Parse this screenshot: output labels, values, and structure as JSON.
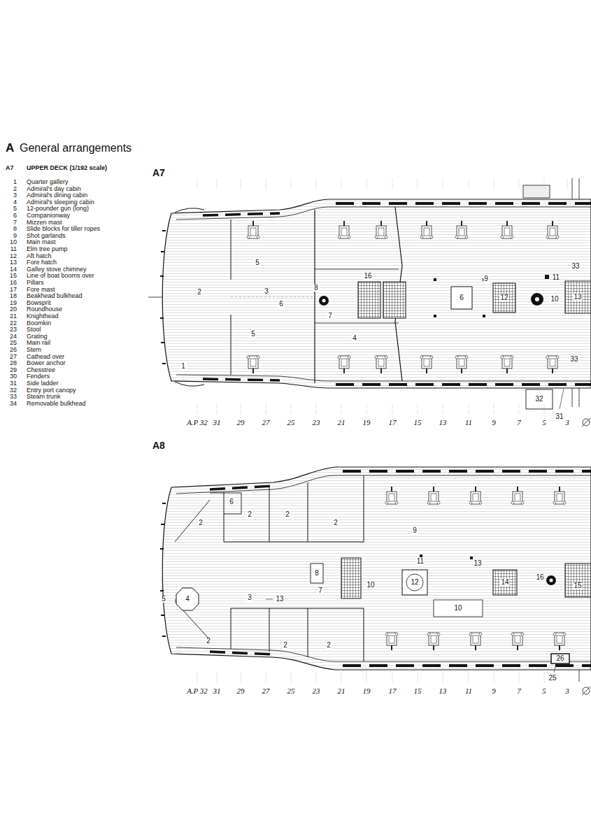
{
  "diagram": {
    "title": "General arrangements",
    "labels": [
      "A",
      "A7",
      "UPPER DECK (1/192 scale)",
      "1",
      "Quarter gallery",
      "2",
      "Admiral's day cabin",
      "3",
      "Admiral's dining cabin",
      "4",
      "Admiral's sleeping cabin",
      "5",
      "12-pounder gun (long)",
      "6",
      "Companionway",
      "7",
      "Mizzen mast",
      "8",
      "Slide blocks for tiller ropes",
      "9",
      "Shot garlands",
      "10",
      "Main mast",
      "11",
      "Elm tree pump",
      "12",
      "Aft hatch",
      "13",
      "Fore hatch",
      "14",
      "Galley stove chimney",
      "15",
      "Line of boat booms over",
      "16",
      "Pillars",
      "17",
      "Fore mast",
      "18",
      "Beakhead bulkhead",
      "19",
      "Bowsprit",
      "20",
      "Roundhouse",
      "21",
      "Knighthead",
      "22",
      "Boomkin",
      "23",
      "Stool",
      "24",
      "Grating",
      "25",
      "Main rail",
      "26",
      "Stem",
      "27",
      "Cathead over",
      "28",
      "Bower anchor",
      "29",
      "Chesstree",
      "30",
      "Fenders",
      "31",
      "Side ladder",
      "32",
      "Entry port canopy",
      "33",
      "Steam trunk",
      "34",
      "Removable bulkhead",
      "A7",
      "A8",
      "1",
      "2",
      "3",
      "5",
      "6",
      "5",
      "8",
      "7",
      "16",
      "4",
      "9",
      "6",
      "12",
      "11",
      "10",
      "13",
      "33",
      "33",
      "32",
      "31",
      "A.P 32",
      "31",
      "29",
      "27",
      "25",
      "23",
      "21",
      "19",
      "17",
      "15",
      "13",
      "11",
      "9",
      "7",
      "5",
      "3",
      "6",
      "2",
      "2",
      "2",
      "2",
      "9",
      "5",
      "4",
      "3",
      "13",
      "8",
      "7",
      "11",
      "13",
      "10",
      "12",
      "10",
      "14",
      "16",
      "15",
      "2",
      "2",
      "2",
      "26",
      "25",
      "A.P 32",
      "31",
      "29",
      "27",
      "25",
      "23",
      "21",
      "19",
      "17",
      "15",
      "13",
      "11",
      "9",
      "7",
      "5",
      "3"
    ]
  }
}
